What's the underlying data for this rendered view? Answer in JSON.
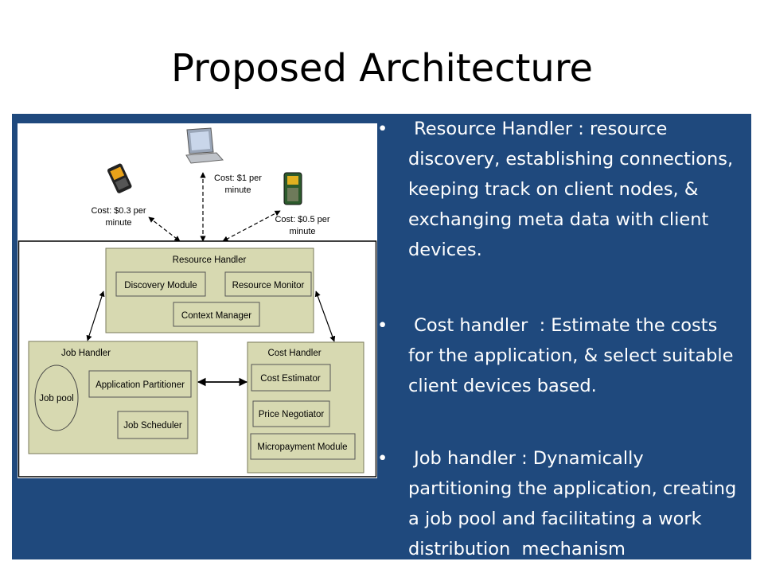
{
  "slide": {
    "title": "Proposed Architecture"
  },
  "diagram": {
    "devices": {
      "phone_left_cost": [
        "Cost: $0.3 per",
        "minute"
      ],
      "laptop_cost": [
        "Cost: $1 per",
        "minute"
      ],
      "phone_right_cost": [
        "Cost: $0.5 per",
        "minute"
      ]
    },
    "resource_handler": {
      "label": "Resource Handler",
      "discovery": "Discovery Module",
      "monitor": "Resource Monitor",
      "context": "Context Manager"
    },
    "job_handler": {
      "label": "Job Handler",
      "pool": "Job pool",
      "partitioner": "Application Partitioner",
      "scheduler": "Job Scheduler"
    },
    "cost_handler": {
      "label": "Cost Handler",
      "estimator": "Cost Estimator",
      "negotiator": "Price Negotiator",
      "micropayment": "Micropayment Module"
    },
    "colors": {
      "box_fill": "#d7d9b1",
      "panel": "#1f497d"
    }
  },
  "bullets": [
    {
      "dot": "•",
      "lines": [
        " Resource Handler : resource",
        "discovery, establishing connections,",
        "keeping track on client nodes, &",
        "exchanging meta data with client",
        "devices."
      ]
    },
    {
      "dot": "•",
      "lines": [
        " Cost handler  : Estimate the costs",
        "for the application, & select suitable",
        "client devices based."
      ]
    },
    {
      "dot": "•",
      "lines": [
        " Job handler : Dynamically",
        "partitioning the application, creating",
        "a job pool and facilitating a work",
        "distribution  mechanism"
      ]
    }
  ]
}
